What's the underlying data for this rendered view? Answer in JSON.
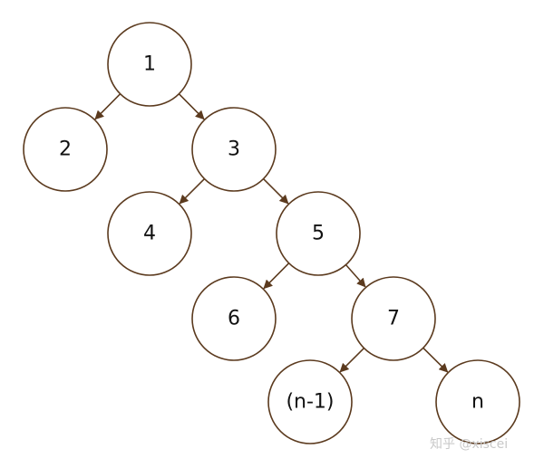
{
  "colors": {
    "node_stroke": "#5b3a1e",
    "edge": "#5b3a1e",
    "label": "#111111",
    "watermark": "#c9c9c9"
  },
  "tree": {
    "nodes": [
      {
        "id": "n1",
        "label": "1"
      },
      {
        "id": "n2",
        "label": "2"
      },
      {
        "id": "n3",
        "label": "3"
      },
      {
        "id": "n4",
        "label": "4"
      },
      {
        "id": "n5",
        "label": "5"
      },
      {
        "id": "n6",
        "label": "6"
      },
      {
        "id": "n7",
        "label": "7"
      },
      {
        "id": "n8",
        "label": "(n-1)"
      },
      {
        "id": "n9",
        "label": "n"
      }
    ],
    "edges": [
      {
        "from": "n1",
        "to": "n2"
      },
      {
        "from": "n1",
        "to": "n3"
      },
      {
        "from": "n3",
        "to": "n4"
      },
      {
        "from": "n3",
        "to": "n5"
      },
      {
        "from": "n5",
        "to": "n6"
      },
      {
        "from": "n5",
        "to": "n7"
      },
      {
        "from": "n7",
        "to": "n8"
      },
      {
        "from": "n7",
        "to": "n9"
      }
    ]
  },
  "watermark": {
    "text": "知乎 @xiscei"
  }
}
